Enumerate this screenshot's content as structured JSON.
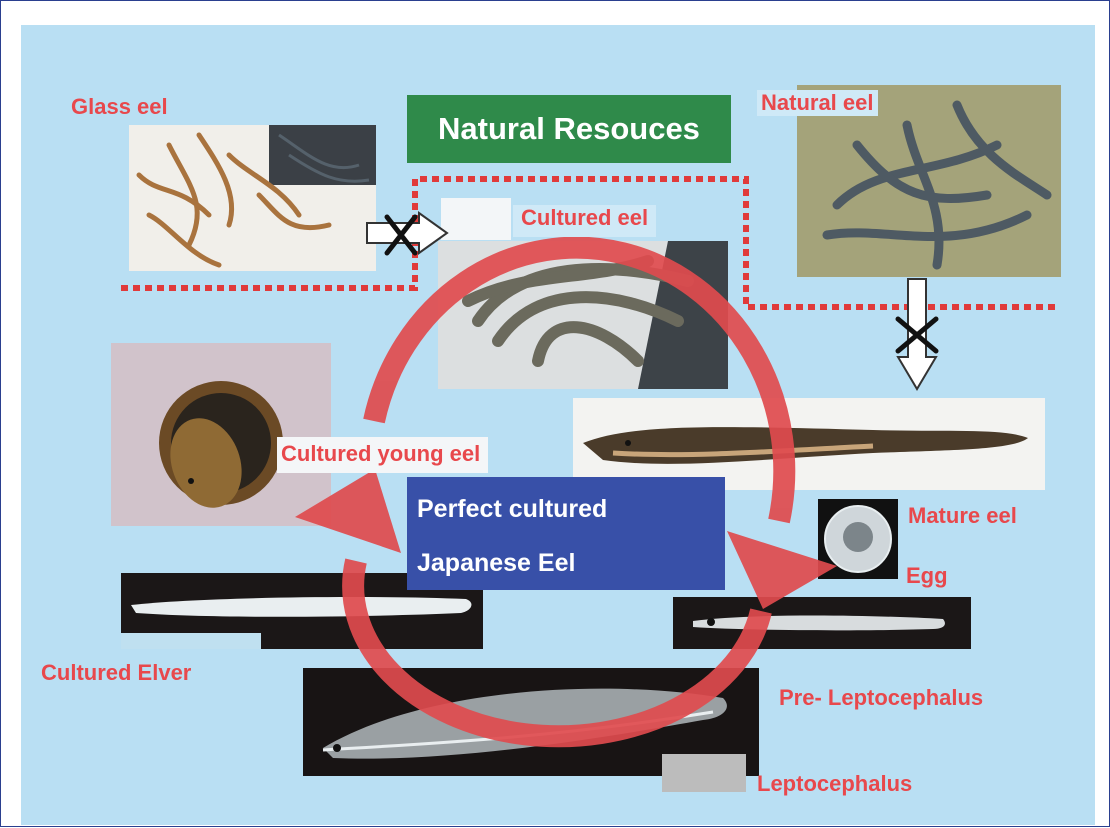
{
  "diagram": {
    "title": "Natural Resouces",
    "center_line1": "Perfect cultured",
    "center_line2": "Japanese Eel",
    "stages": {
      "glass_eel": "Glass eel",
      "natural_eel": "Natural eel",
      "cultured_eel": "Cultured eel",
      "cultured_young_eel": "Cultured young eel",
      "mature_eel": "Mature eel",
      "egg": "Egg",
      "cultured_elver": "Cultured Elver",
      "pre_leptocephalus": "Pre- Leptocephalus",
      "leptocephalus": "Leptocephalus"
    },
    "colors": {
      "background": "#b9dff3",
      "label": "#e8484c",
      "title_box": "#2f8a4a",
      "center_box": "#3850a8",
      "cycle_arrow": "#e04b4e",
      "dotted_line": "#e03a3a"
    },
    "icons": [
      "blocked-arrow-right-icon",
      "blocked-arrow-down-icon",
      "cycle-arrow-icon"
    ]
  }
}
